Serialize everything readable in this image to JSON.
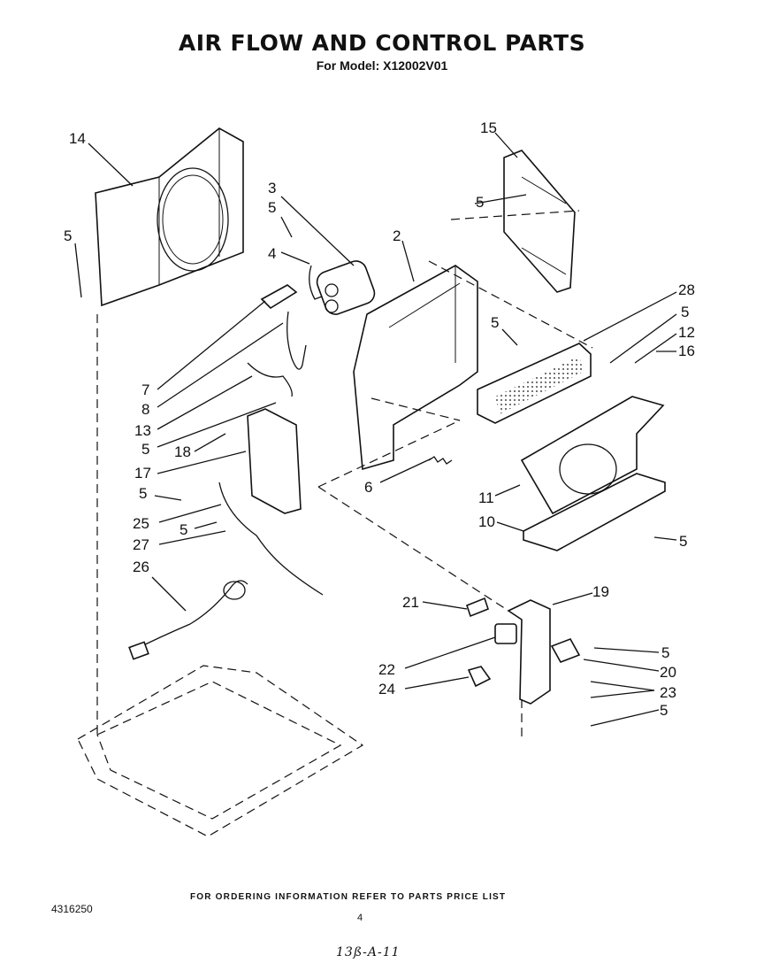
{
  "title": "AIR FLOW AND CONTROL PARTS",
  "subtitle": "For Model: X12002V01",
  "footer_note": "FOR ORDERING INFORMATION REFER TO PARTS PRICE LIST",
  "doc_number": "4316250",
  "page_number": "4",
  "handwritten_code": "13ß-A-11",
  "callouts": [
    {
      "id": "c14",
      "text": "14"
    },
    {
      "id": "c5a",
      "text": "5"
    },
    {
      "id": "c3",
      "text": "3"
    },
    {
      "id": "c5b",
      "text": "5"
    },
    {
      "id": "c4",
      "text": "4"
    },
    {
      "id": "c2",
      "text": "2"
    },
    {
      "id": "c15",
      "text": "15"
    },
    {
      "id": "c5c",
      "text": "5"
    },
    {
      "id": "c28",
      "text": "28"
    },
    {
      "id": "c5d",
      "text": "5"
    },
    {
      "id": "c12",
      "text": "12"
    },
    {
      "id": "c16",
      "text": "16"
    },
    {
      "id": "c5e",
      "text": "5"
    },
    {
      "id": "c7",
      "text": "7"
    },
    {
      "id": "c8",
      "text": "8"
    },
    {
      "id": "c13",
      "text": "13"
    },
    {
      "id": "c5f",
      "text": "5"
    },
    {
      "id": "c18",
      "text": "18"
    },
    {
      "id": "c17",
      "text": "17"
    },
    {
      "id": "c5g",
      "text": "5"
    },
    {
      "id": "c6",
      "text": "6"
    },
    {
      "id": "c11",
      "text": "11"
    },
    {
      "id": "c10",
      "text": "10"
    },
    {
      "id": "c5h",
      "text": "5"
    },
    {
      "id": "c25",
      "text": "25"
    },
    {
      "id": "c5i",
      "text": "5"
    },
    {
      "id": "c27",
      "text": "27"
    },
    {
      "id": "c26",
      "text": "26"
    },
    {
      "id": "c21",
      "text": "21"
    },
    {
      "id": "c19",
      "text": "19"
    },
    {
      "id": "c5j",
      "text": "5"
    },
    {
      "id": "c22",
      "text": "22"
    },
    {
      "id": "c20",
      "text": "20"
    },
    {
      "id": "c24",
      "text": "24"
    },
    {
      "id": "c23",
      "text": "23"
    },
    {
      "id": "c5k",
      "text": "5"
    }
  ]
}
